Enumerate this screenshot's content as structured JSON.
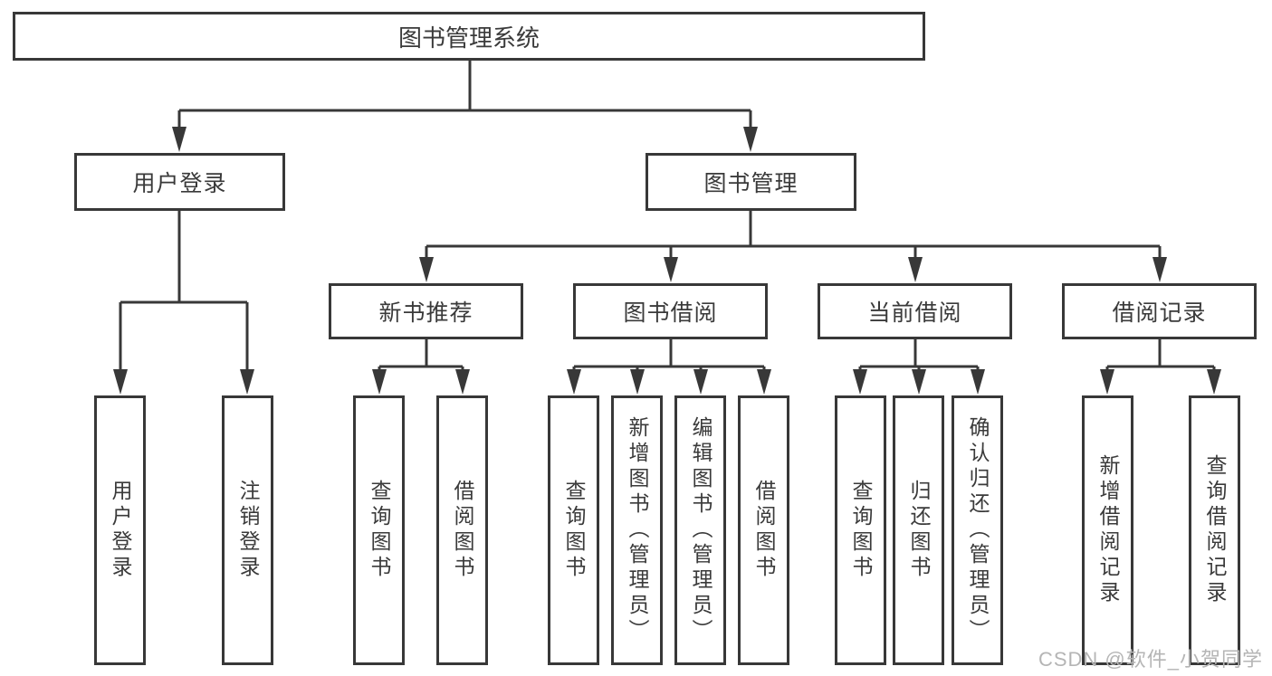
{
  "root": {
    "label": "图书管理系统"
  },
  "level2": [
    {
      "label": "用户登录"
    },
    {
      "label": "图书管理"
    }
  ],
  "level3": [
    {
      "label": "新书推荐"
    },
    {
      "label": "图书借阅"
    },
    {
      "label": "当前借阅"
    },
    {
      "label": "借阅记录"
    }
  ],
  "leaves": [
    {
      "label": "用户登录"
    },
    {
      "label": "注销登录"
    },
    {
      "label": "查询图书"
    },
    {
      "label": "借阅图书"
    },
    {
      "label": "查询图书"
    },
    {
      "label": "新增图书（管理员）"
    },
    {
      "label": "编辑图书（管理员）"
    },
    {
      "label": "借阅图书"
    },
    {
      "label": "查询图书"
    },
    {
      "label": "归还图书"
    },
    {
      "label": "确认归还（管理员）"
    },
    {
      "label": "新增借阅记录"
    },
    {
      "label": "查询借阅记录"
    }
  ],
  "watermark": "CSDN @软件_小贺同学",
  "colors": {
    "line": "#383838",
    "box_background": "#ffffff",
    "text": "#3a3a3a",
    "watermark": "#b5b5b5"
  }
}
